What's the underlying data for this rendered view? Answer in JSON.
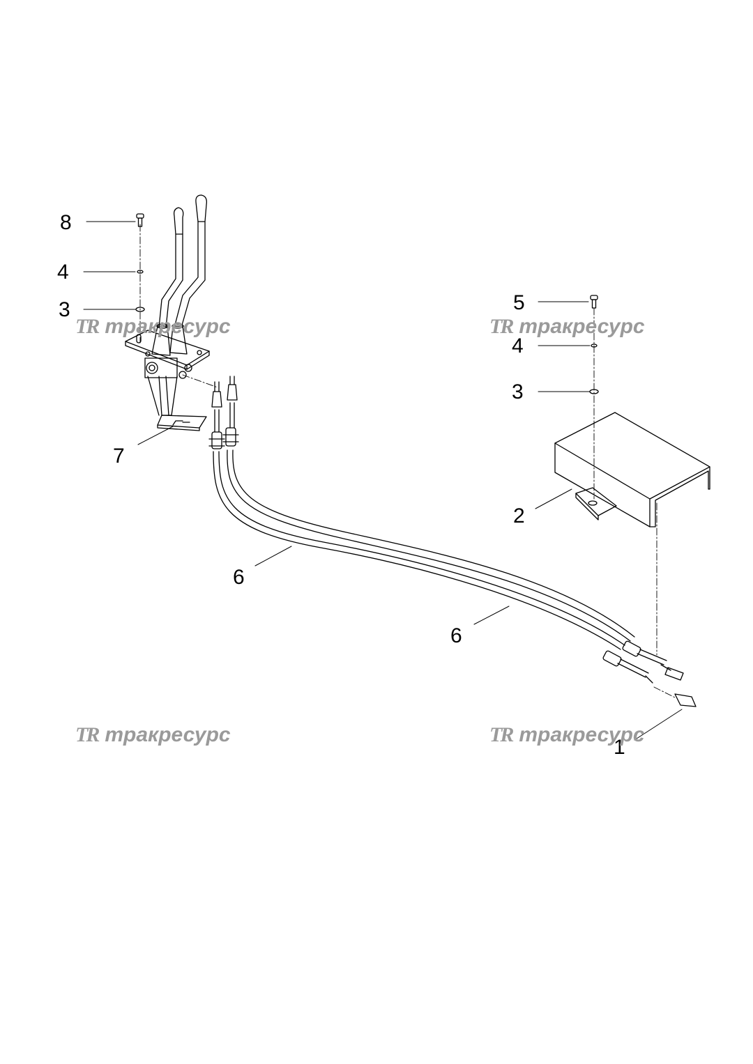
{
  "diagram": {
    "callouts": [
      {
        "id": "c8",
        "text": "8"
      },
      {
        "id": "c4a",
        "text": "4"
      },
      {
        "id": "c3a",
        "text": "3"
      },
      {
        "id": "c5",
        "text": "5"
      },
      {
        "id": "c4b",
        "text": "4"
      },
      {
        "id": "c3b",
        "text": "3"
      },
      {
        "id": "c7",
        "text": "7"
      },
      {
        "id": "c2",
        "text": "2"
      },
      {
        "id": "c6a",
        "text": "6"
      },
      {
        "id": "c6b",
        "text": "6"
      },
      {
        "id": "c1",
        "text": "1"
      }
    ],
    "watermark": {
      "mark": "TR",
      "text": "тракресурс",
      "color": "#9a9a9a"
    }
  }
}
